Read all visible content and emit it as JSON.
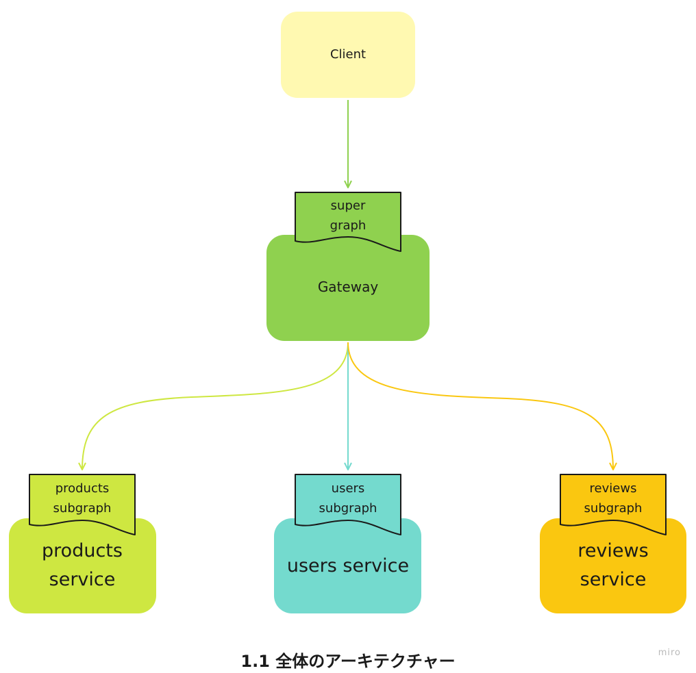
{
  "nodes": {
    "client": {
      "label": "Client",
      "color": "#fff9b1"
    },
    "gateway": {
      "label": "Gateway",
      "color": "#8fd14f",
      "doc": [
        "super",
        "graph"
      ]
    },
    "products": {
      "label": [
        "products",
        "service"
      ],
      "color": "#cee741",
      "doc": [
        "products",
        "subgraph"
      ]
    },
    "users": {
      "label": "users service",
      "color": "#74dace",
      "doc": [
        "users",
        "subgraph"
      ]
    },
    "reviews": {
      "label": [
        "reviews",
        "service"
      ],
      "color": "#fac710",
      "doc": [
        "reviews",
        "subgraph"
      ]
    }
  },
  "edges": {
    "client_gateway": "#8fd14f",
    "gateway_products": "#cee741",
    "gateway_users": "#74dace",
    "gateway_reviews": "#fac710"
  },
  "caption": "1.1 全体のアーキテクチャー",
  "watermark": "miro"
}
